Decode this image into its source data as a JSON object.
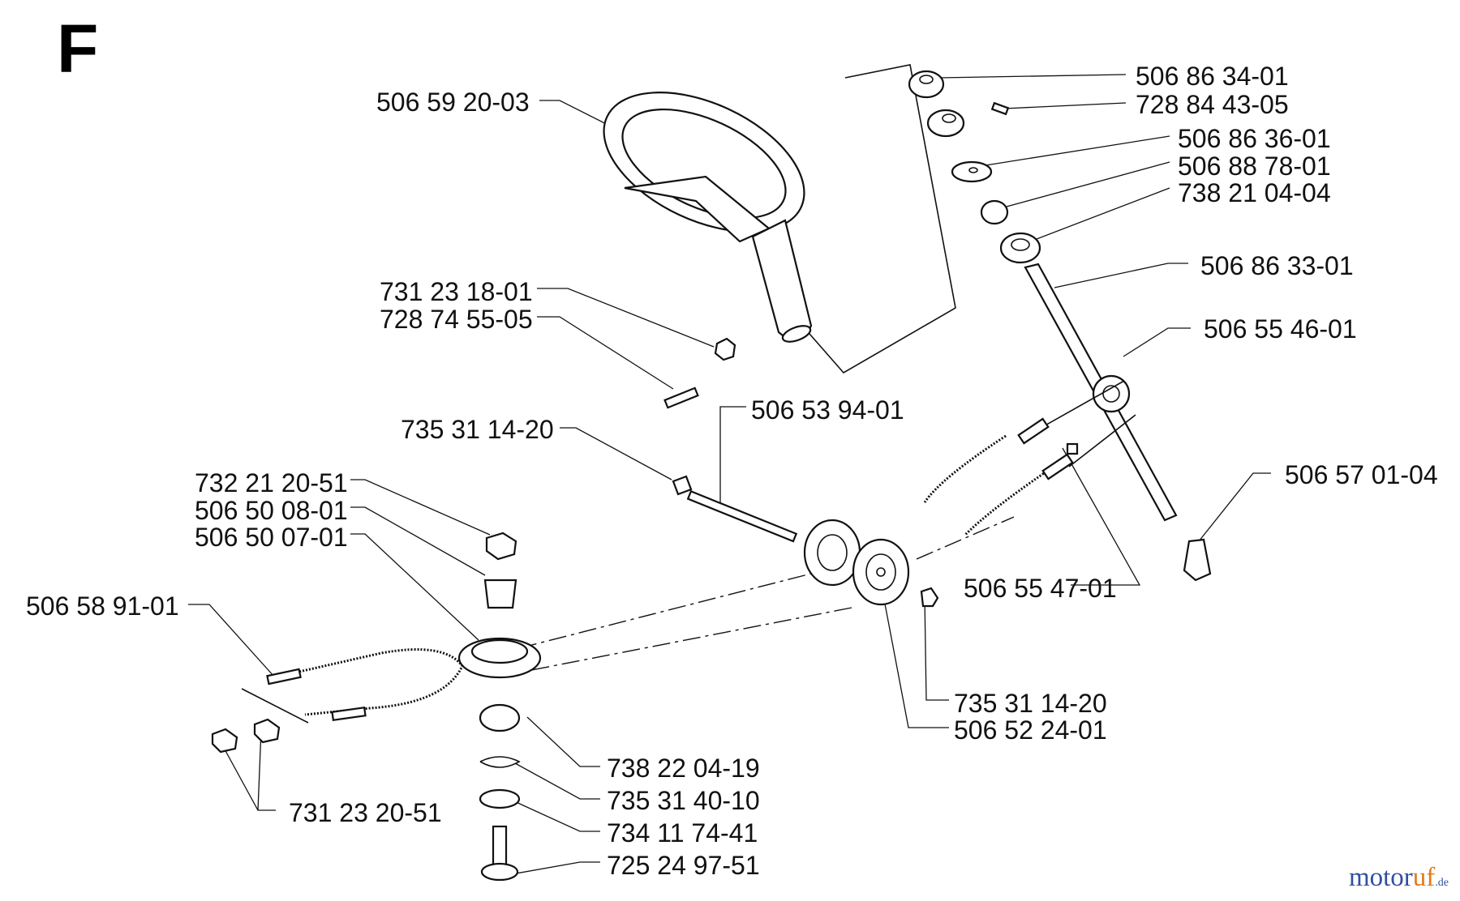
{
  "section": "F",
  "part_numbers": {
    "p1": "506 86 34-01",
    "p2": "728 84 43-05",
    "p3": "506 86 36-01",
    "p4": "506 88 78-01",
    "p5": "738 21 04-04",
    "p6": "506 59 20-03",
    "p7": "506 86 33-01",
    "p8": "506 55 46-01",
    "p9": "731 23 18-01",
    "p10": "728 74 55-05",
    "p11": "506 53 94-01",
    "p12": "735 31 14-20",
    "p13": "732 21 20-51",
    "p14": "506 50 08-01",
    "p15": "506 50 07-01",
    "p16": "506 57 01-04",
    "p17": "506 58 91-01",
    "p18": "506 55 47-01",
    "p19": "735 31 14-20",
    "p20": "506 52 24-01",
    "p21": "738 22 04-19",
    "p22": "735 31 40-10",
    "p23": "734 11 74-41",
    "p24": "731 23 20-51",
    "p25": "725 24 97-51"
  },
  "watermark": {
    "name": "motor",
    "accent": "uf",
    "tld": ".de"
  }
}
